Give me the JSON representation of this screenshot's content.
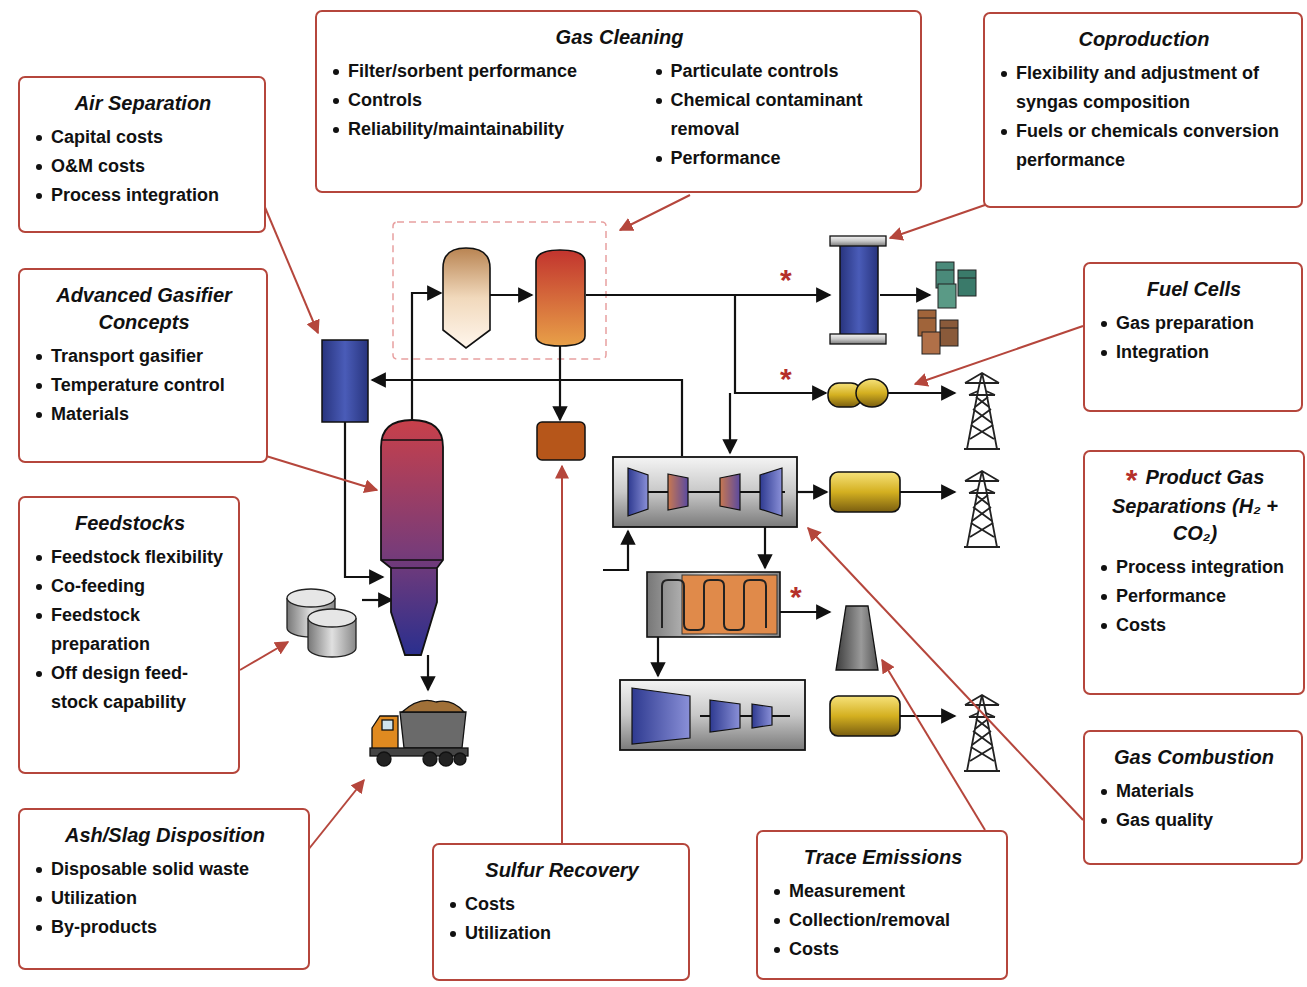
{
  "diagram": {
    "nodes": [
      {
        "text": [
          "Gas Cleaning",
          "Filter/sorbent performance",
          "Controls",
          "Reliability/maintainability",
          "Particulate controls",
          "Chemical contaminant removal",
          "Performance"
        ]
      },
      {
        "text": [
          "Coproduction",
          "Flexibility and adjustment of syngas composition",
          "Fuels or chemicals conversion performance"
        ]
      },
      {
        "text": [
          "Air Separation",
          "Capital costs",
          "O&M costs",
          "Process integration"
        ]
      },
      {
        "text": [
          "Advanced Gasifier Concepts",
          "Transport gasifier",
          "Temperature control",
          "Materials"
        ]
      },
      {
        "text": [
          "Fuel Cells",
          "Gas preparation",
          "Integration"
        ]
      },
      {
        "text": [
          "Feedstocks",
          "Feedstock flexibility",
          "Co-feeding",
          "Feedstock preparation",
          "Off design feed-stock capability"
        ]
      },
      {
        "text": [
          "*",
          "Product Gas Separations (H₂ + CO₂)",
          "Process integration",
          "Performance",
          "Costs"
        ]
      },
      {
        "text": [
          "Ash/Slag Disposition",
          "Disposable solid waste",
          "Utilization",
          "By-products"
        ]
      },
      {
        "text": [
          "Gas Combustion",
          "Materials",
          "Gas quality"
        ]
      },
      {
        "text": [
          "Sulfur Recovery",
          "Costs",
          "Utilization"
        ]
      },
      {
        "text": [
          "Trace Emissions",
          "Measurement",
          "Collection/removal",
          "Costs"
        ]
      }
    ],
    "labels": [
      "*",
      "*",
      "*"
    ]
  }
}
